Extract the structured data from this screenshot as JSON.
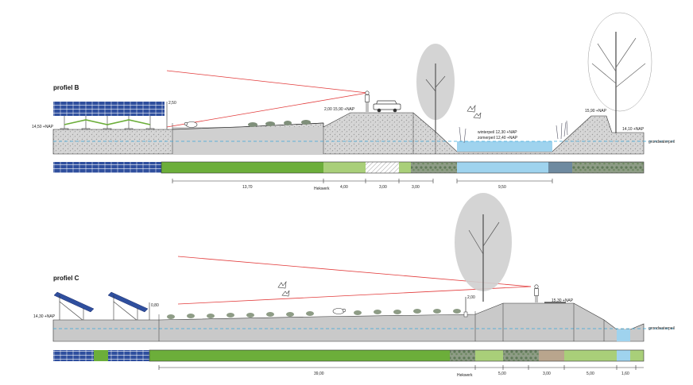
{
  "colors": {
    "ground": "#c9c9c9",
    "gravel": "#d4d4d4",
    "solar": "#2f4f9e",
    "grass": "#6cae3a",
    "grass_light": "#a9cf79",
    "water": "#9fd3ee",
    "groundwater_line": "#3aa6d9",
    "sightline": "#e23a3a",
    "shrub": "#7f8f7a",
    "brown": "#b9a58d"
  },
  "profile_b": {
    "title": "profiel B",
    "label_left_level": "14,50 +NAP",
    "label_panel_height": "2,50",
    "label_dike": "2,00  15,90 +NAP",
    "label_winter": "winterpeil 12,30 +NAP",
    "label_summer": "zomerpeil 12,40 +NAP",
    "label_right_dike": "15,90 +NAP",
    "label_right_level": "14,10 +NAP",
    "label_groundwater": "grondwaterpeil",
    "dim_1": "13,70",
    "dim_hekwerk": "Hekwerk",
    "dim_2": "4,00",
    "dim_3": "3,00",
    "dim_4": "3,00",
    "dim_5": "9,50"
  },
  "profile_c": {
    "title": "profiel C",
    "label_left_level": "14,30 +NAP",
    "label_panel_height": "0,80",
    "label_fence_height": "2,00",
    "label_dike": "15,30 +NAP",
    "label_groundwater": "grondwaterpeil",
    "dim_1": "39,00",
    "dim_hekwerk": "Hekwerk",
    "dim_2": "5,00",
    "dim_3": "3,00",
    "dim_4": "5,00",
    "dim_5": "1,60"
  }
}
